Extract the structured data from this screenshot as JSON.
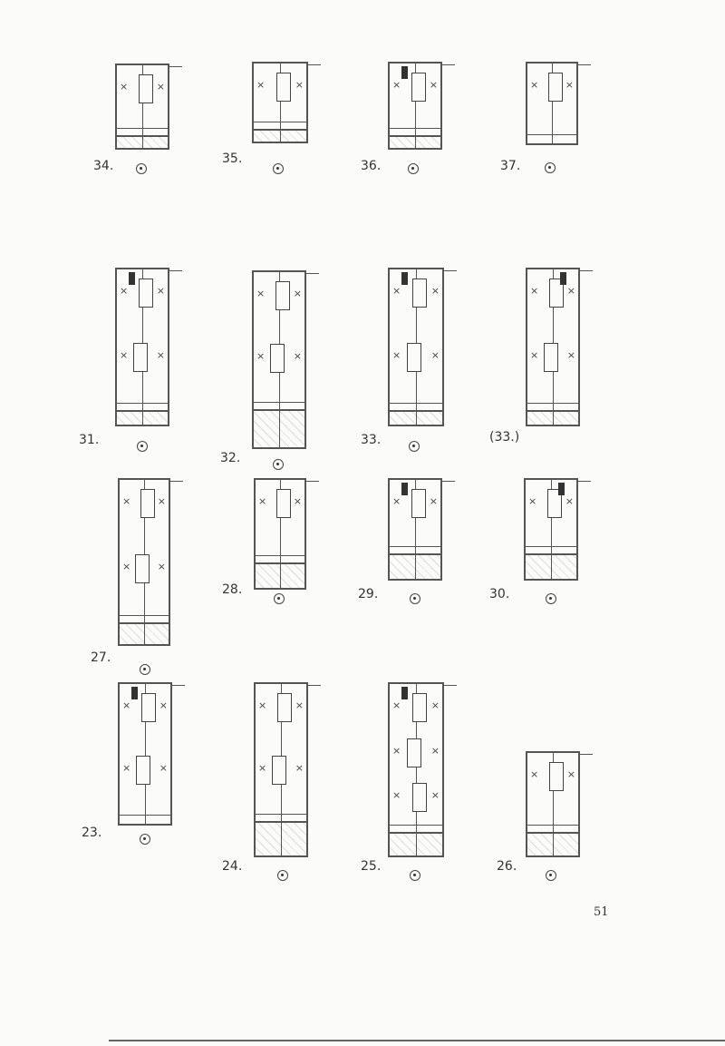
{
  "page_number": "51",
  "figures": [
    {
      "label": "34."
    },
    {
      "label": "35."
    },
    {
      "label": "36."
    },
    {
      "label": "37."
    },
    {
      "label": "31."
    },
    {
      "label": "32."
    },
    {
      "label": "33."
    },
    {
      "label": "(33.)"
    },
    {
      "label": "27."
    },
    {
      "label": "28."
    },
    {
      "label": "29."
    },
    {
      "label": "30."
    },
    {
      "label": "23."
    },
    {
      "label": "24."
    },
    {
      "label": "25."
    },
    {
      "label": "26."
    }
  ],
  "icons": {
    "stage": "audience-position-icon",
    "cross": "x-mark"
  },
  "cross_glyph": "×"
}
